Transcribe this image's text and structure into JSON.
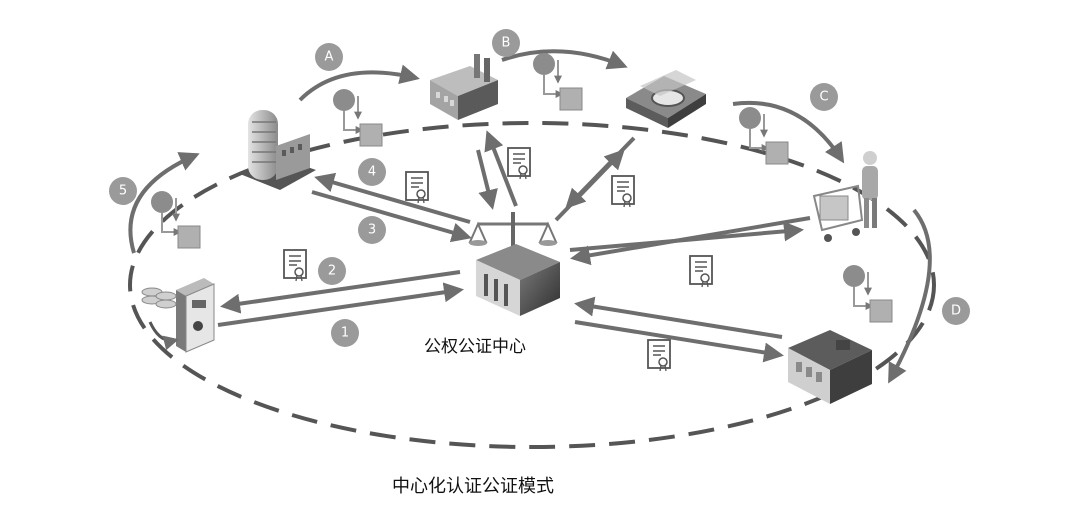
{
  "center_label": "公权公证中心",
  "caption": "中心化认证公证模式",
  "node_letters": [
    "A",
    "B",
    "C",
    "D"
  ],
  "flow_numbers": [
    "1",
    "2",
    "3",
    "4",
    "5"
  ],
  "colors": {
    "ellipse": "#5a5a5a",
    "arrow": "#6e6e6e",
    "badge": "#9a9a9a",
    "building_dark": "#4a4a4a",
    "building_light": "#d0d0d0"
  },
  "icons": [
    "office-building-icon",
    "factory-icon",
    "warehouse-icon",
    "shopping-cart-person-icon",
    "retail-store-icon",
    "atm-server-icon",
    "notary-center-icon",
    "certificate-icon",
    "exchange-icon"
  ]
}
